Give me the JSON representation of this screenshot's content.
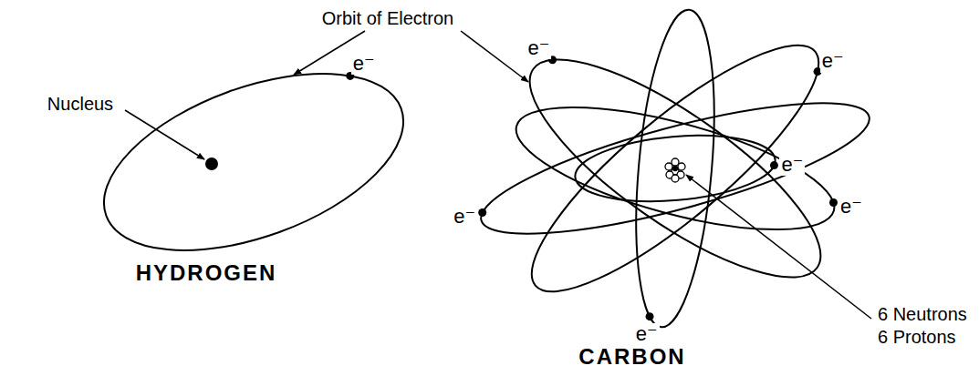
{
  "diagram": {
    "labels": [
      "Orbit of Electron",
      "Nucleus",
      "e⁻",
      "HYDROGEN",
      "e⁻",
      "e⁻",
      "e⁻",
      "e⁻",
      "e⁻",
      "e⁻",
      "6 Neutrons",
      "6 Protons",
      "CARBON"
    ]
  }
}
